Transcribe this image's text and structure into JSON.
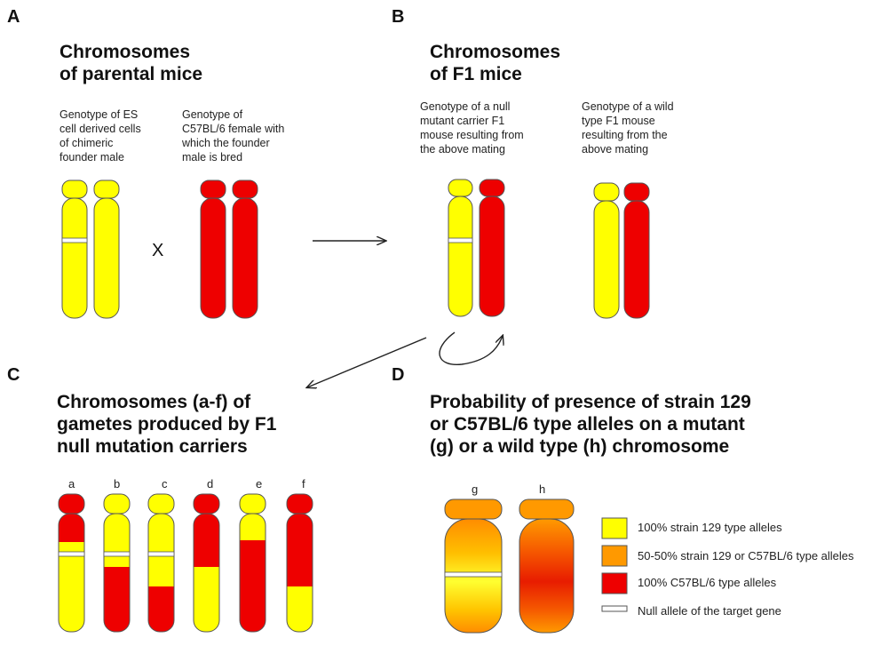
{
  "panels": {
    "A": {
      "letter": "A",
      "title": "Chromosomes\nof parental mice",
      "caption_left": "Genotype of ES\ncell derived cells\nof chimeric\nfounder male",
      "caption_right": "Genotype of\nC57BL/6 female with\nwhich the founder\nmale is bred",
      "cross_symbol": "X"
    },
    "B": {
      "letter": "B",
      "title": "Chromosomes\nof F1 mice",
      "caption_left": "Genotype of a null\nmutant carrier F1\nmouse resulting from\nthe above mating",
      "caption_right": "Genotype of a wild\ntype F1 mouse\nresulting from the\nabove mating"
    },
    "C": {
      "letter": "C",
      "title": "Chromosomes (a-f) of\ngametes produced by F1\nnull mutation carriers",
      "labels": [
        "a",
        "b",
        "c",
        "d",
        "e",
        "f"
      ]
    },
    "D": {
      "letter": "D",
      "title": "Probability of presence of strain 129\nor C57BL/6 type alleles on a mutant\n(g) or a wild type (h) chromosome",
      "labels": [
        "g",
        "h"
      ]
    }
  },
  "legend": [
    {
      "key": "yellow",
      "color": "#ffff00",
      "label": "100% strain 129 type alleles"
    },
    {
      "key": "orange",
      "color": "#ff9900",
      "label": "50-50% strain 129 or C57BL/6 type alleles"
    },
    {
      "key": "red",
      "color": "#ee0000",
      "label": "100% C57BL/6 type alleles"
    },
    {
      "key": "null",
      "color": "#ffffff",
      "label": "Null allele of the target gene"
    }
  ],
  "colors": {
    "strain129": "#ffff00",
    "c57": "#ee0000",
    "mixed": "#ff9900",
    "outline": "#555555"
  }
}
